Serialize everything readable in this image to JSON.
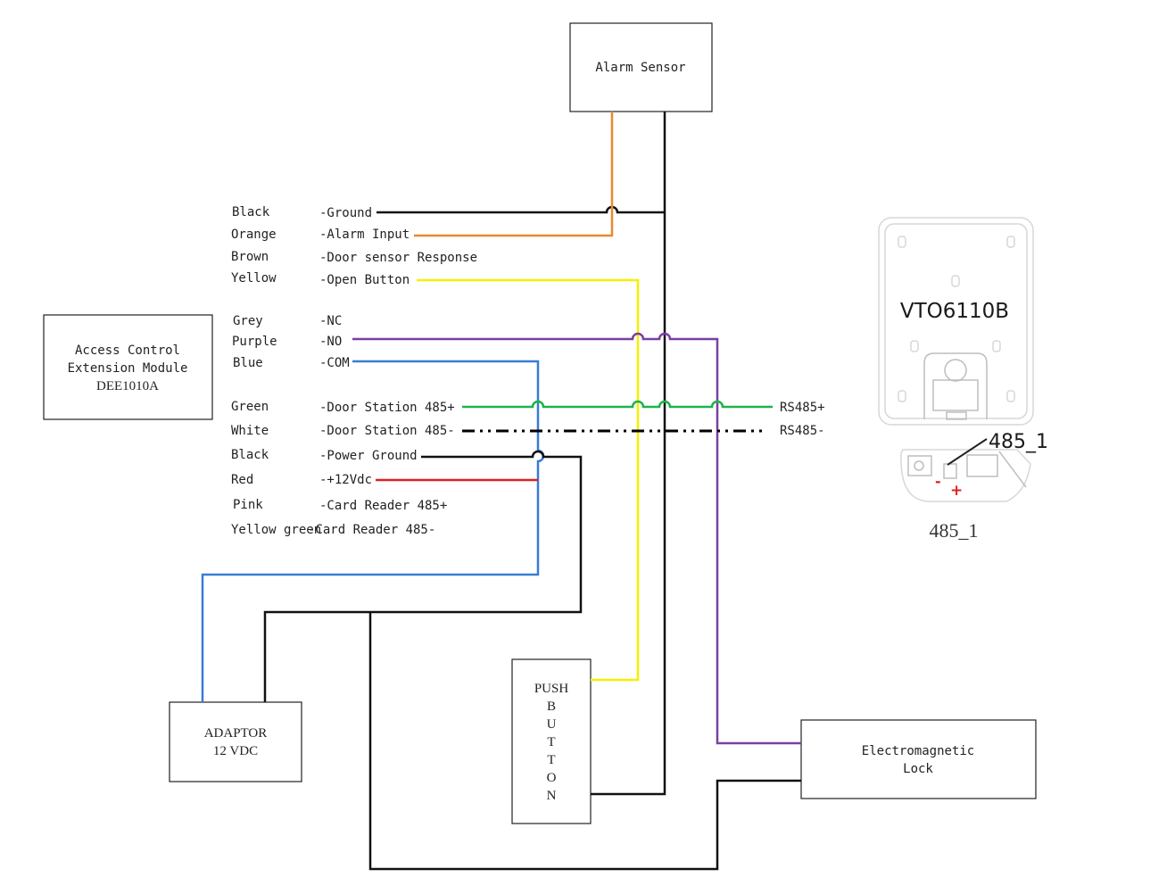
{
  "colors": {
    "ground": "#111111",
    "alarm_input": "#e8892f",
    "open_button": "#f6f000",
    "no": "#7a3fa0",
    "com": "#3a7bd5",
    "door_485_plus": "#1db34a",
    "door_485_minus": "#000000",
    "power_ground": "#111111",
    "plus_12vdc": "#e02020",
    "polarity_red": "#e02020"
  },
  "boxes": {
    "alarm_sensor": "Alarm Sensor",
    "access_module": [
      "Access Control",
      "Extension Module",
      "DEE1010A"
    ],
    "adaptor": [
      "ADAPTOR",
      "12 VDC"
    ],
    "push_button": [
      "PUSH",
      "B",
      "U",
      "T",
      "T",
      "O",
      "N"
    ],
    "lock": [
      "Electromagnetic",
      "Lock"
    ]
  },
  "wires": [
    {
      "color": "Black",
      "func": "-Ground"
    },
    {
      "color": "Orange",
      "func": "-Alarm Input"
    },
    {
      "color": "Brown",
      "func": "-Door sensor Response"
    },
    {
      "color": "Yellow",
      "func": "-Open Button"
    },
    {
      "color": "Grey",
      "func": "-NC"
    },
    {
      "color": "Purple",
      "func": "-NO"
    },
    {
      "color": "Blue",
      "func": "-COM"
    },
    {
      "color": "Green",
      "func": "-Door Station 485+"
    },
    {
      "color": "White",
      "func": "-Door Station 485-"
    },
    {
      "color": "Black",
      "func": "-Power Ground"
    },
    {
      "color": "Red",
      "func": "-+12Vdc"
    },
    {
      "color": "Pink",
      "func": "-Card Reader 485+"
    },
    {
      "color": "Yellow green",
      "func": "-Card Reader 485-"
    }
  ],
  "rs485": {
    "plus": "RS485+",
    "minus": "RS485-"
  },
  "device": {
    "model": "VTO6110B",
    "port_tag": "485_1",
    "minus": "-",
    "plus": "+",
    "caption": "485_1"
  }
}
